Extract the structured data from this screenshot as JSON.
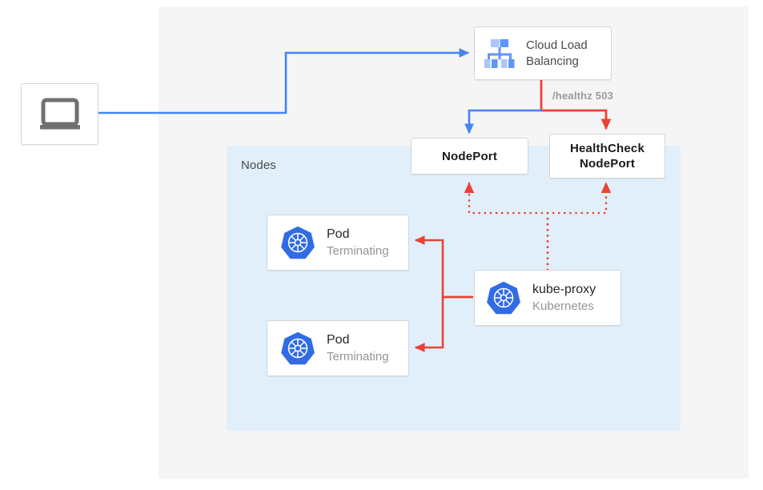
{
  "diagram": {
    "title": "Kubernetes externalTrafficPolicy Local health check flow",
    "panels": {
      "outer_label": "",
      "nodes_label": "Nodes"
    },
    "colors": {
      "blue_traffic": "#4285f4",
      "red_traffic": "#ea4335",
      "nodes_panel_bg": "#e1effb",
      "outer_panel_bg": "#f5f5f5",
      "k8s_blue": "#326ce5",
      "card_border": "#d5d5d5",
      "muted_text": "#949494",
      "icon_gray": "#707070"
    }
  },
  "nodes": {
    "client": {
      "icon": "laptop-icon",
      "label": ""
    },
    "load_balancer": {
      "icon": "cloud-load-balancing-icon",
      "line1": "Cloud Load",
      "line2": "Balancing"
    },
    "nodeport": {
      "label": "NodePort"
    },
    "healthcheck_nodeport": {
      "line1": "HealthCheck",
      "line2": "NodePort"
    },
    "pod_1": {
      "icon": "kubernetes-icon",
      "title": "Pod",
      "subtitle": "Terminating"
    },
    "pod_2": {
      "icon": "kubernetes-icon",
      "title": "Pod",
      "subtitle": "Terminating"
    },
    "kube_proxy": {
      "icon": "kubernetes-icon",
      "title": "kube-proxy",
      "subtitle": "Kubernetes"
    }
  },
  "edges": {
    "healthz": {
      "label": "/healthz 503"
    }
  }
}
